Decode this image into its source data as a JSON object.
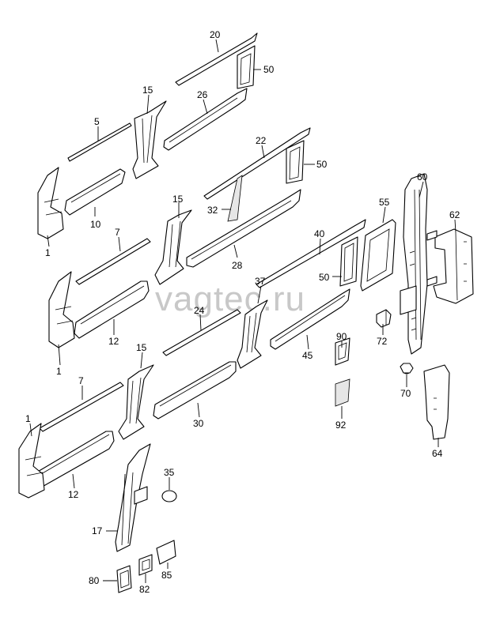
{
  "watermark": "vagtec.ru",
  "labels": [
    "20",
    "50",
    "15",
    "26",
    "5",
    "22",
    "50",
    "15",
    "32",
    "10",
    "1",
    "7",
    "28",
    "40",
    "55",
    "60",
    "62",
    "50",
    "37",
    "24",
    "12",
    "1",
    "90",
    "72",
    "15",
    "7",
    "30",
    "45",
    "70",
    "1",
    "92",
    "64",
    "35",
    "12",
    "17",
    "80",
    "82",
    "85"
  ]
}
